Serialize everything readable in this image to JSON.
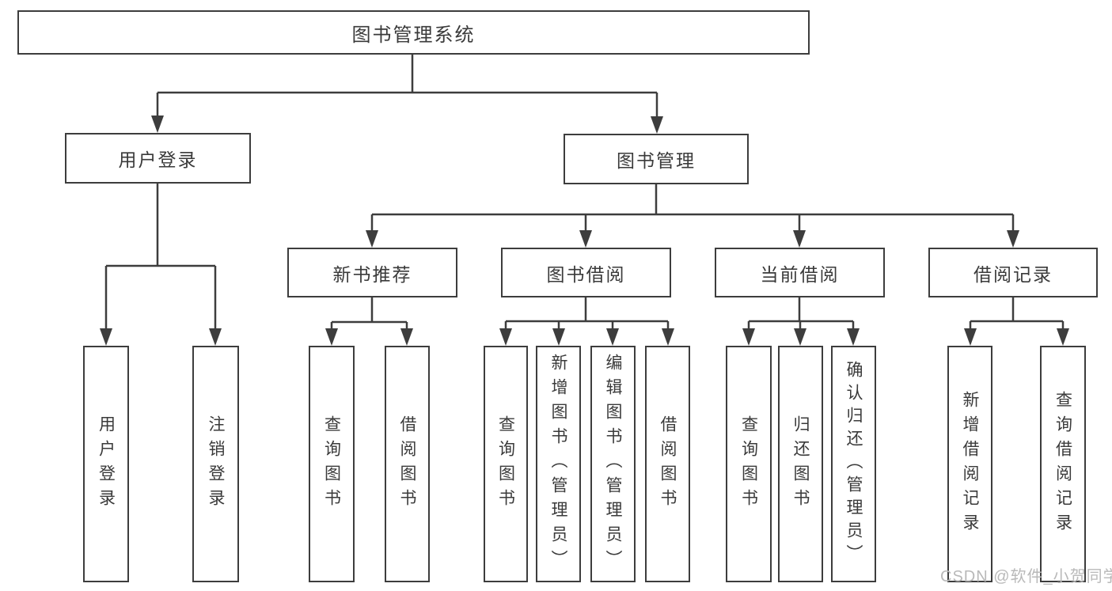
{
  "diagram": {
    "title_note": "functional structure tree",
    "root": "图书管理系统",
    "level2": {
      "user_login": "用户登录",
      "book_management": "图书管理"
    },
    "level3": {
      "new_book_recommend": "新书推荐",
      "book_borrowing": "图书借阅",
      "current_borrowing": "当前借阅",
      "borrowing_records": "借阅记录"
    },
    "leaves": {
      "user_login": [
        "用户登录",
        "注销登录"
      ],
      "new_book_recommend": [
        "查询图书",
        "借阅图书"
      ],
      "book_borrowing": [
        "查询图书",
        "新增图书（管理员）",
        "编辑图书（管理员）",
        "借阅图书"
      ],
      "current_borrowing": [
        "查询图书",
        "归还图书",
        "确认归还（管理员）"
      ],
      "borrowing_records": [
        "新增借阅记录",
        "查询借阅记录"
      ]
    },
    "watermark": "CSDN @软件_小贺同学",
    "colors": {
      "line": "#3d3d3d",
      "text": "#3a3a3a",
      "box_fill": "#ffffff",
      "watermark": "#b9b9b9"
    }
  }
}
